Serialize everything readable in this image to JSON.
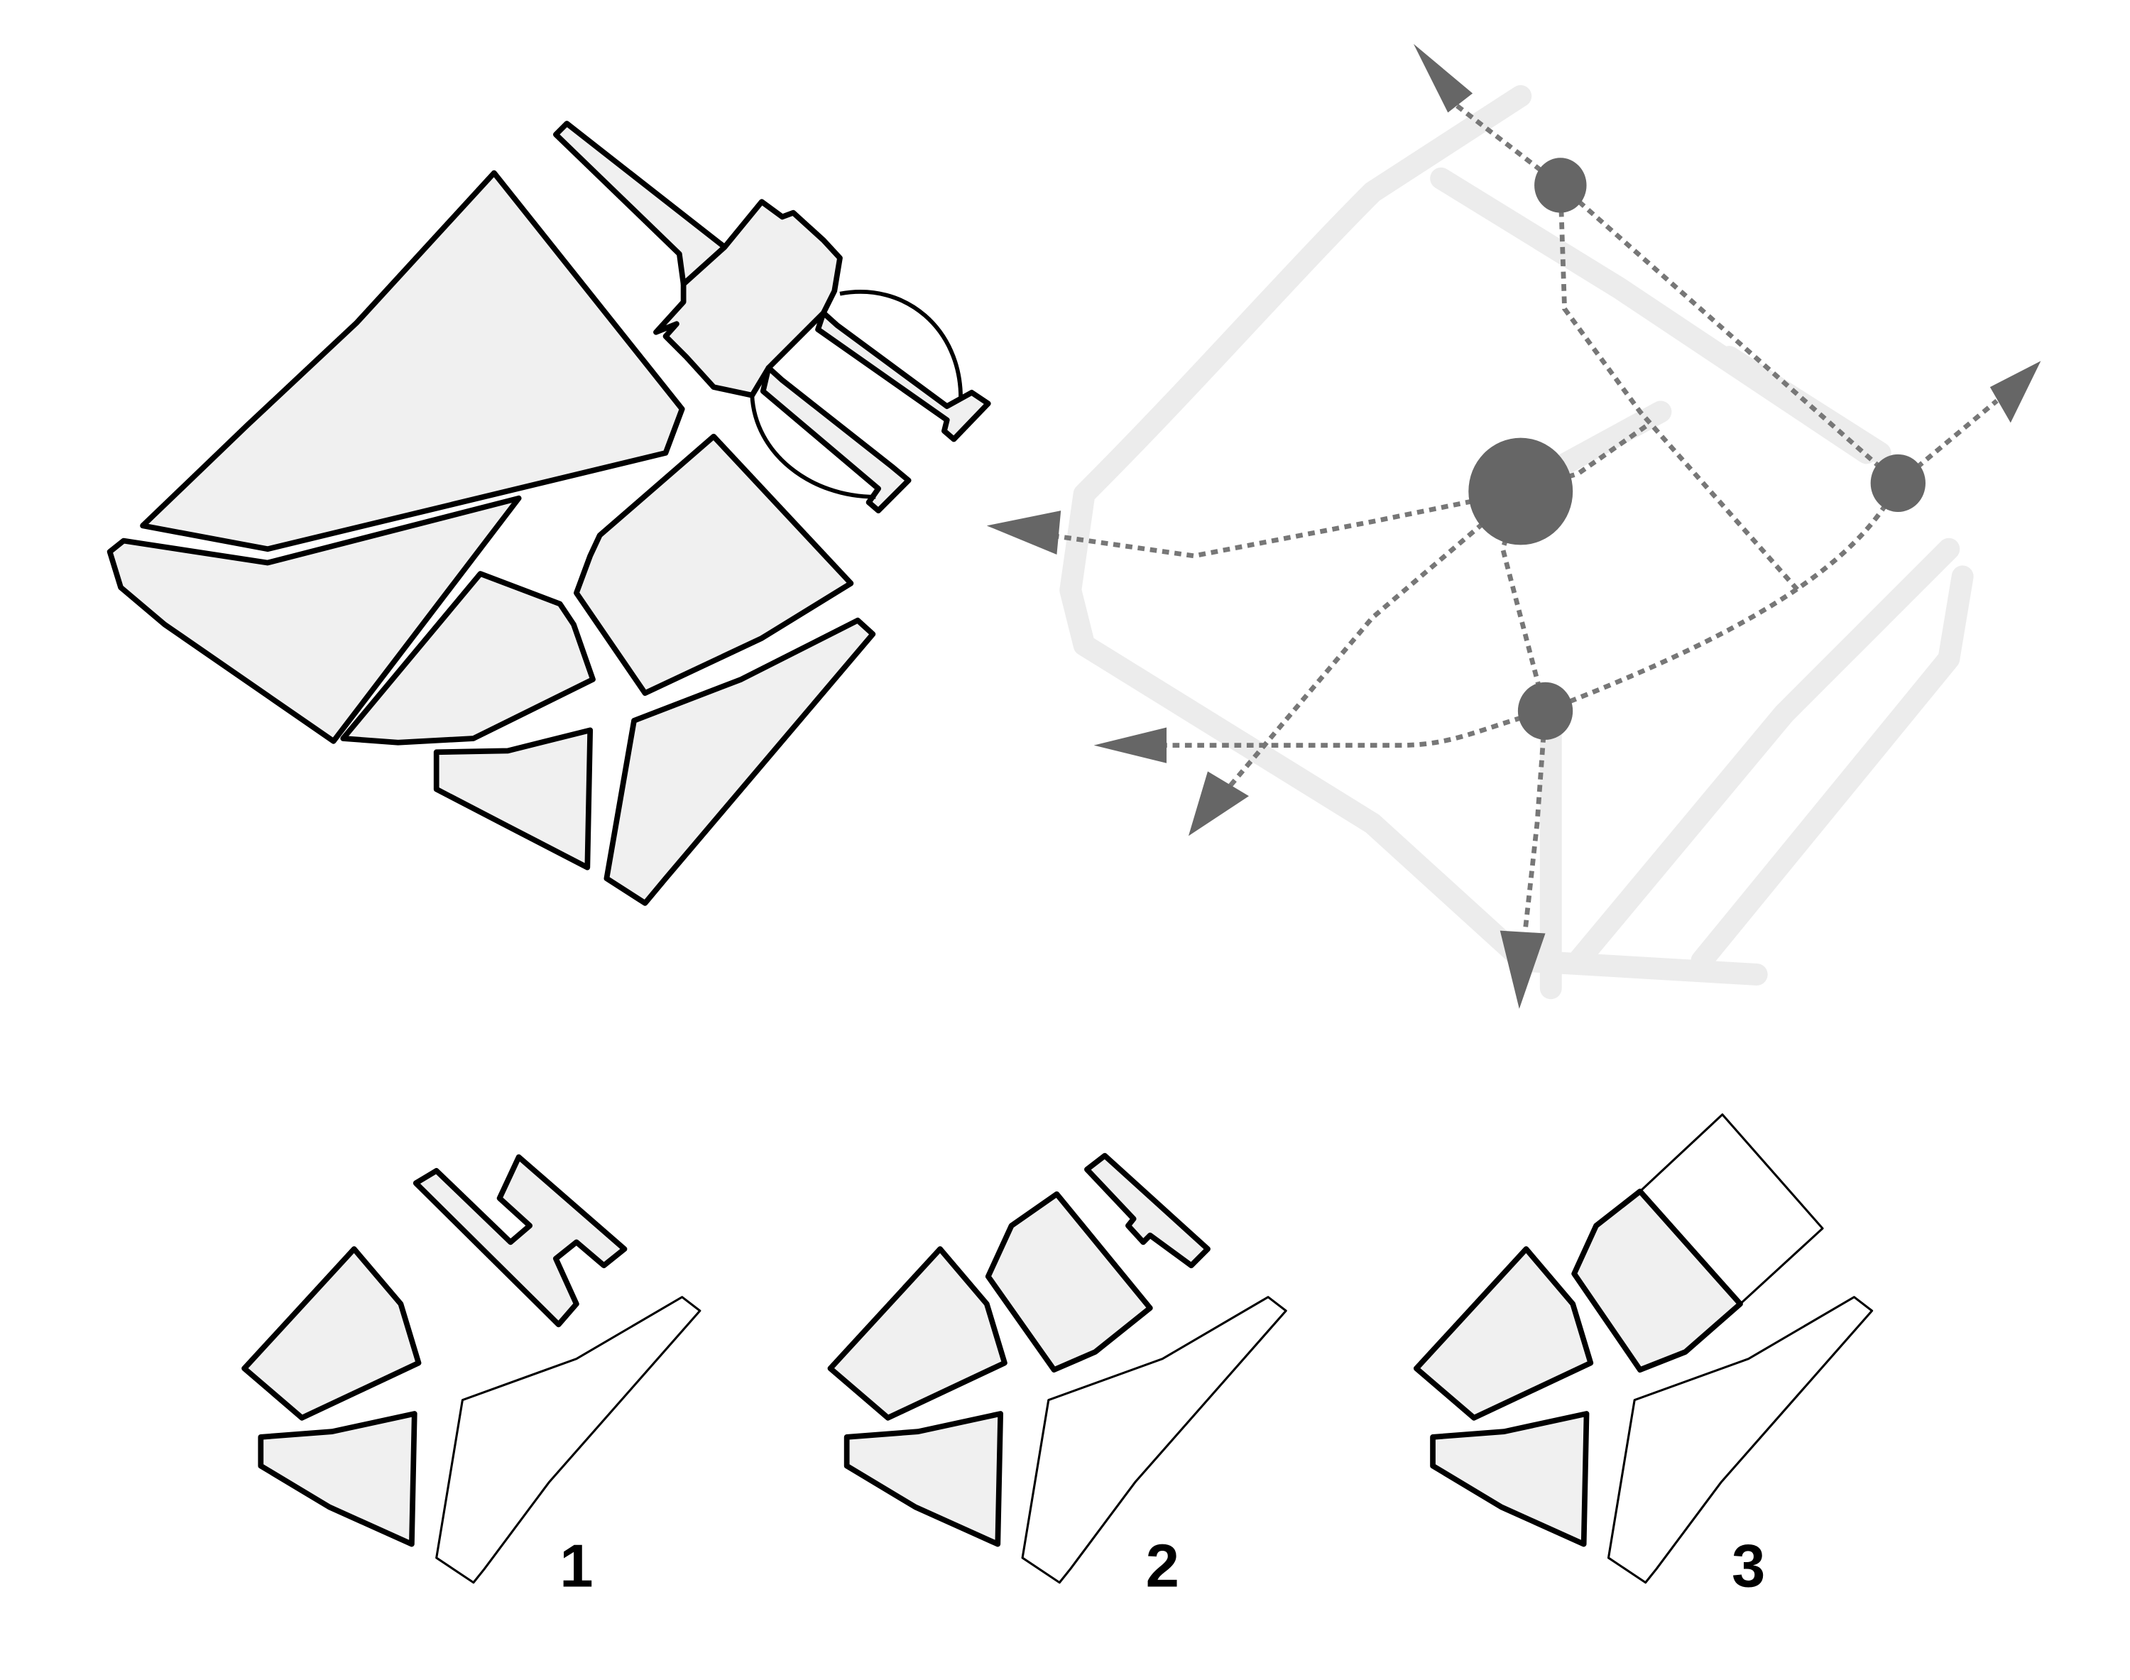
{
  "diagram": {
    "panels": [
      "site-plan",
      "circulation-network",
      "phases"
    ],
    "phases": [
      {
        "label": "1"
      },
      {
        "label": "2"
      },
      {
        "label": "3"
      }
    ],
    "colors": {
      "block_fill": "#f0f0f0",
      "outline": "#000000",
      "network": "#666666",
      "road": "#ececec"
    }
  }
}
